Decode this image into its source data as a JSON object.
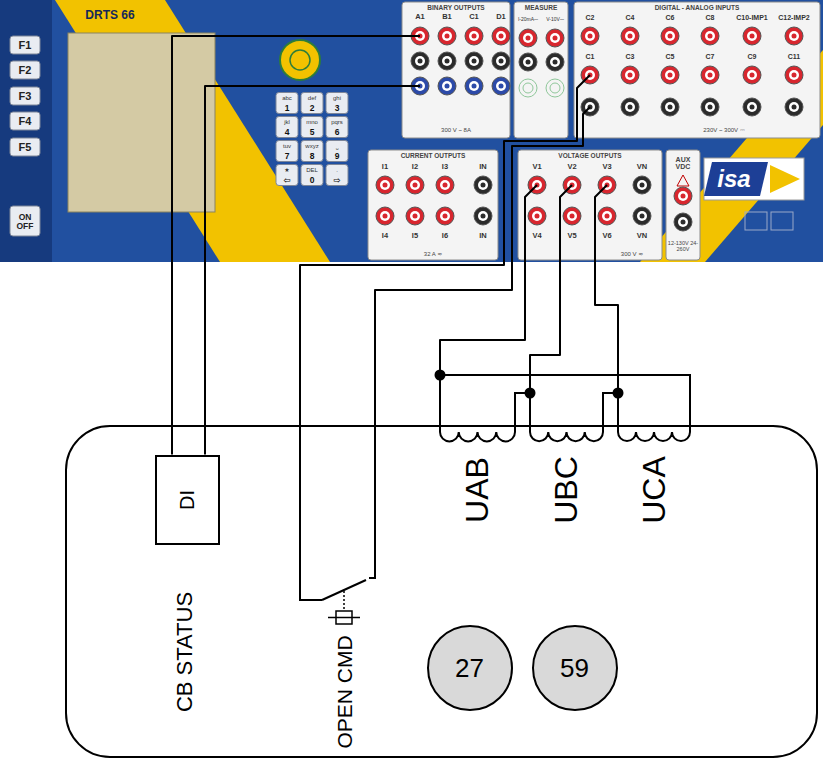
{
  "diagram": {
    "nodes": [
      {
        "text": [
          "DRTS 66"
        ]
      },
      {
        "text": [
          "BINARY OUTPUTS",
          "300 V ~ 8A"
        ],
        "in": 0
      },
      {
        "text": [
          "MEASURE"
        ],
        "in": 0
      },
      {
        "text": [
          "DIGITAL - ANALOG INPUTS",
          "230V ~ 300V ⎓"
        ],
        "in": 0
      },
      {
        "text": [
          "CURRENT OUTPUTS",
          "32 A ≂"
        ],
        "in": 0
      },
      {
        "text": [
          "VOLTAGE OUTPUTS",
          "300 V ≂"
        ],
        "in": 0
      },
      {
        "text": [
          "AUX VDC",
          "12-130V 24-260V"
        ],
        "in": 0
      },
      {
        "text": [
          "isa"
        ],
        "in": 0
      },
      {
        "text": [
          "CB STATUS",
          "OPEN CMD",
          "UAB",
          "UBC",
          "UCA"
        ]
      },
      {
        "text": [
          "DI"
        ],
        "in": 8
      },
      {
        "text": [
          "27"
        ],
        "in": 8
      },
      {
        "text": [
          "59"
        ],
        "in": 8
      }
    ],
    "edges": [
      {
        "from": 1,
        "to": 9,
        "arrow": "none"
      },
      {
        "from": 1,
        "to": 9,
        "arrow": "none"
      },
      {
        "from": 3,
        "to": 8,
        "arrow": "none"
      },
      {
        "from": 3,
        "to": 8,
        "arrow": "none"
      },
      {
        "from": 5,
        "to": 8,
        "arrow": "none"
      },
      {
        "from": 5,
        "to": 8,
        "arrow": "none"
      },
      {
        "from": 5,
        "to": 8,
        "arrow": "none"
      }
    ],
    "labels": [
      "F1",
      "F2",
      "F3",
      "F4",
      "F5",
      "ON OFF",
      "abc",
      "1",
      "def",
      "2",
      "ghi",
      "3",
      "jkl",
      "4",
      "mno",
      "5",
      "pqrs",
      "6",
      "tuv",
      "7",
      "wxyz",
      "8",
      "⎵",
      "9",
      "★",
      "⇦",
      "DEL",
      "0",
      ".",
      "⇨",
      "A1",
      "B1",
      "C1",
      "D1",
      "I-20mA⎓",
      "V-10V⎓",
      "C2",
      "C4",
      "C6",
      "C8",
      "C10-IMP1",
      "C12-IMP2",
      "C1",
      "C3",
      "C5",
      "C7",
      "C9",
      "C11",
      "I1",
      "I2",
      "I3",
      "IN",
      "I4",
      "I5",
      "I6",
      "IN",
      "V1",
      "V2",
      "V3",
      "VN",
      "V4",
      "V5",
      "V6",
      "VN"
    ]
  }
}
